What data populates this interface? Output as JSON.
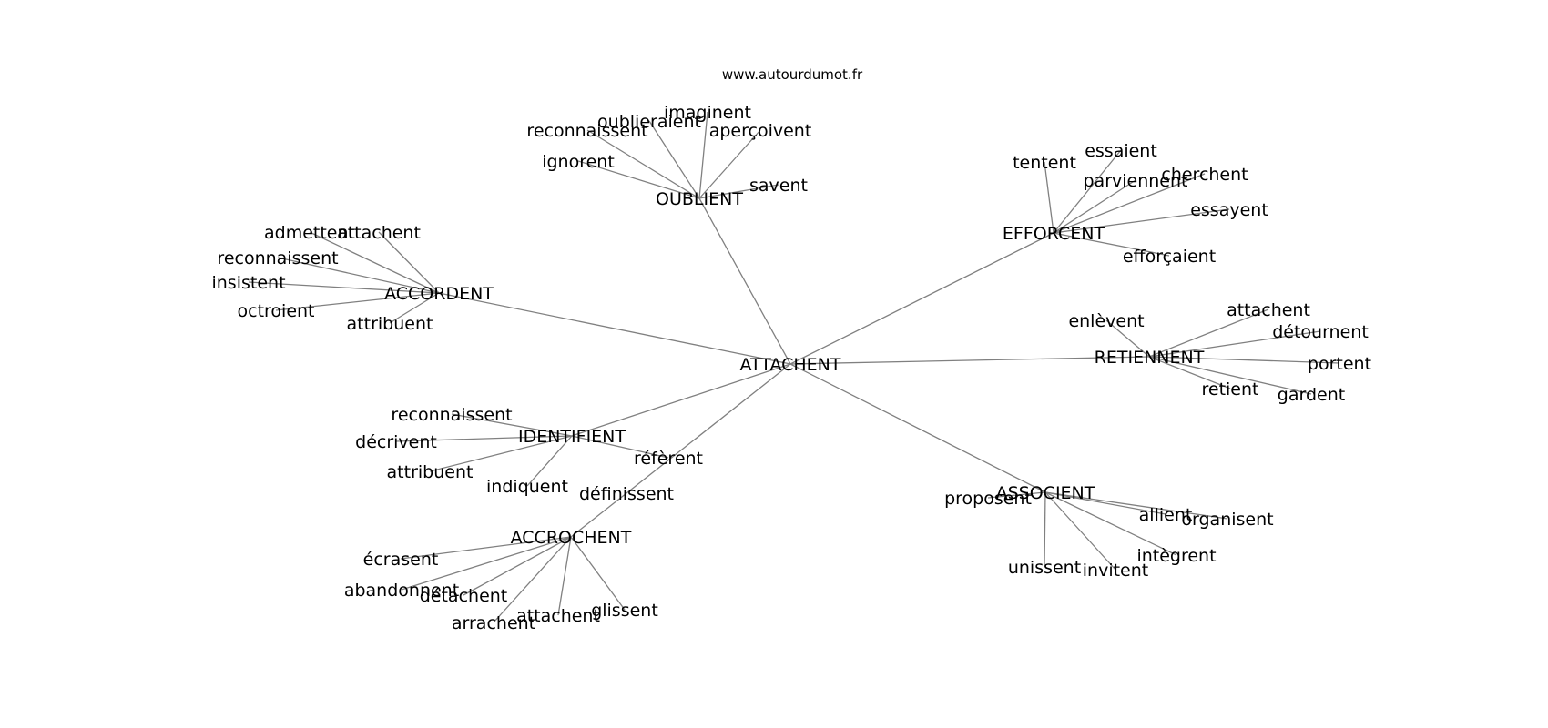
{
  "watermark": "www.autourdumot.fr",
  "colors": {
    "edge": "#808080",
    "text": "#000000",
    "background": "#ffffff"
  },
  "graph": {
    "root": "ATTACHENT",
    "hubs": [
      {
        "id": "oublient",
        "label": "OUBLIENT",
        "words": [
          "reconnaissent",
          "oublieraient",
          "imaginent",
          "aperçoivent",
          "ignorent",
          "savent"
        ]
      },
      {
        "id": "accordent",
        "label": "ACCORDENT",
        "words": [
          "admettent",
          "attachent",
          "reconnaissent",
          "insistent",
          "octroient",
          "attribuent"
        ]
      },
      {
        "id": "efforcent",
        "label": "EFFORCENT",
        "words": [
          "tentent",
          "essaient",
          "parviennent",
          "cherchent",
          "essayent",
          "efforçaient"
        ]
      },
      {
        "id": "retiennent",
        "label": "RETIENNENT",
        "words": [
          "enlèvent",
          "attachent",
          "détournent",
          "portent",
          "retient",
          "gardent"
        ]
      },
      {
        "id": "identifient",
        "label": "IDENTIFIENT",
        "words": [
          "reconnaissent",
          "décrivent",
          "attribuent",
          "indiquent",
          "réfèrent"
        ]
      },
      {
        "id": "definissent",
        "label": "définissent",
        "words": []
      },
      {
        "id": "accrochent",
        "label": "ACCROCHENT",
        "words": [
          "écrasent",
          "abandonnent",
          "détachent",
          "arrachent",
          "attachent",
          "glissent"
        ]
      },
      {
        "id": "associent",
        "label": "ASSOCIENT",
        "words": [
          "proposent",
          "allient",
          "organisent",
          "intègrent",
          "unissent",
          "invitent"
        ]
      }
    ]
  }
}
